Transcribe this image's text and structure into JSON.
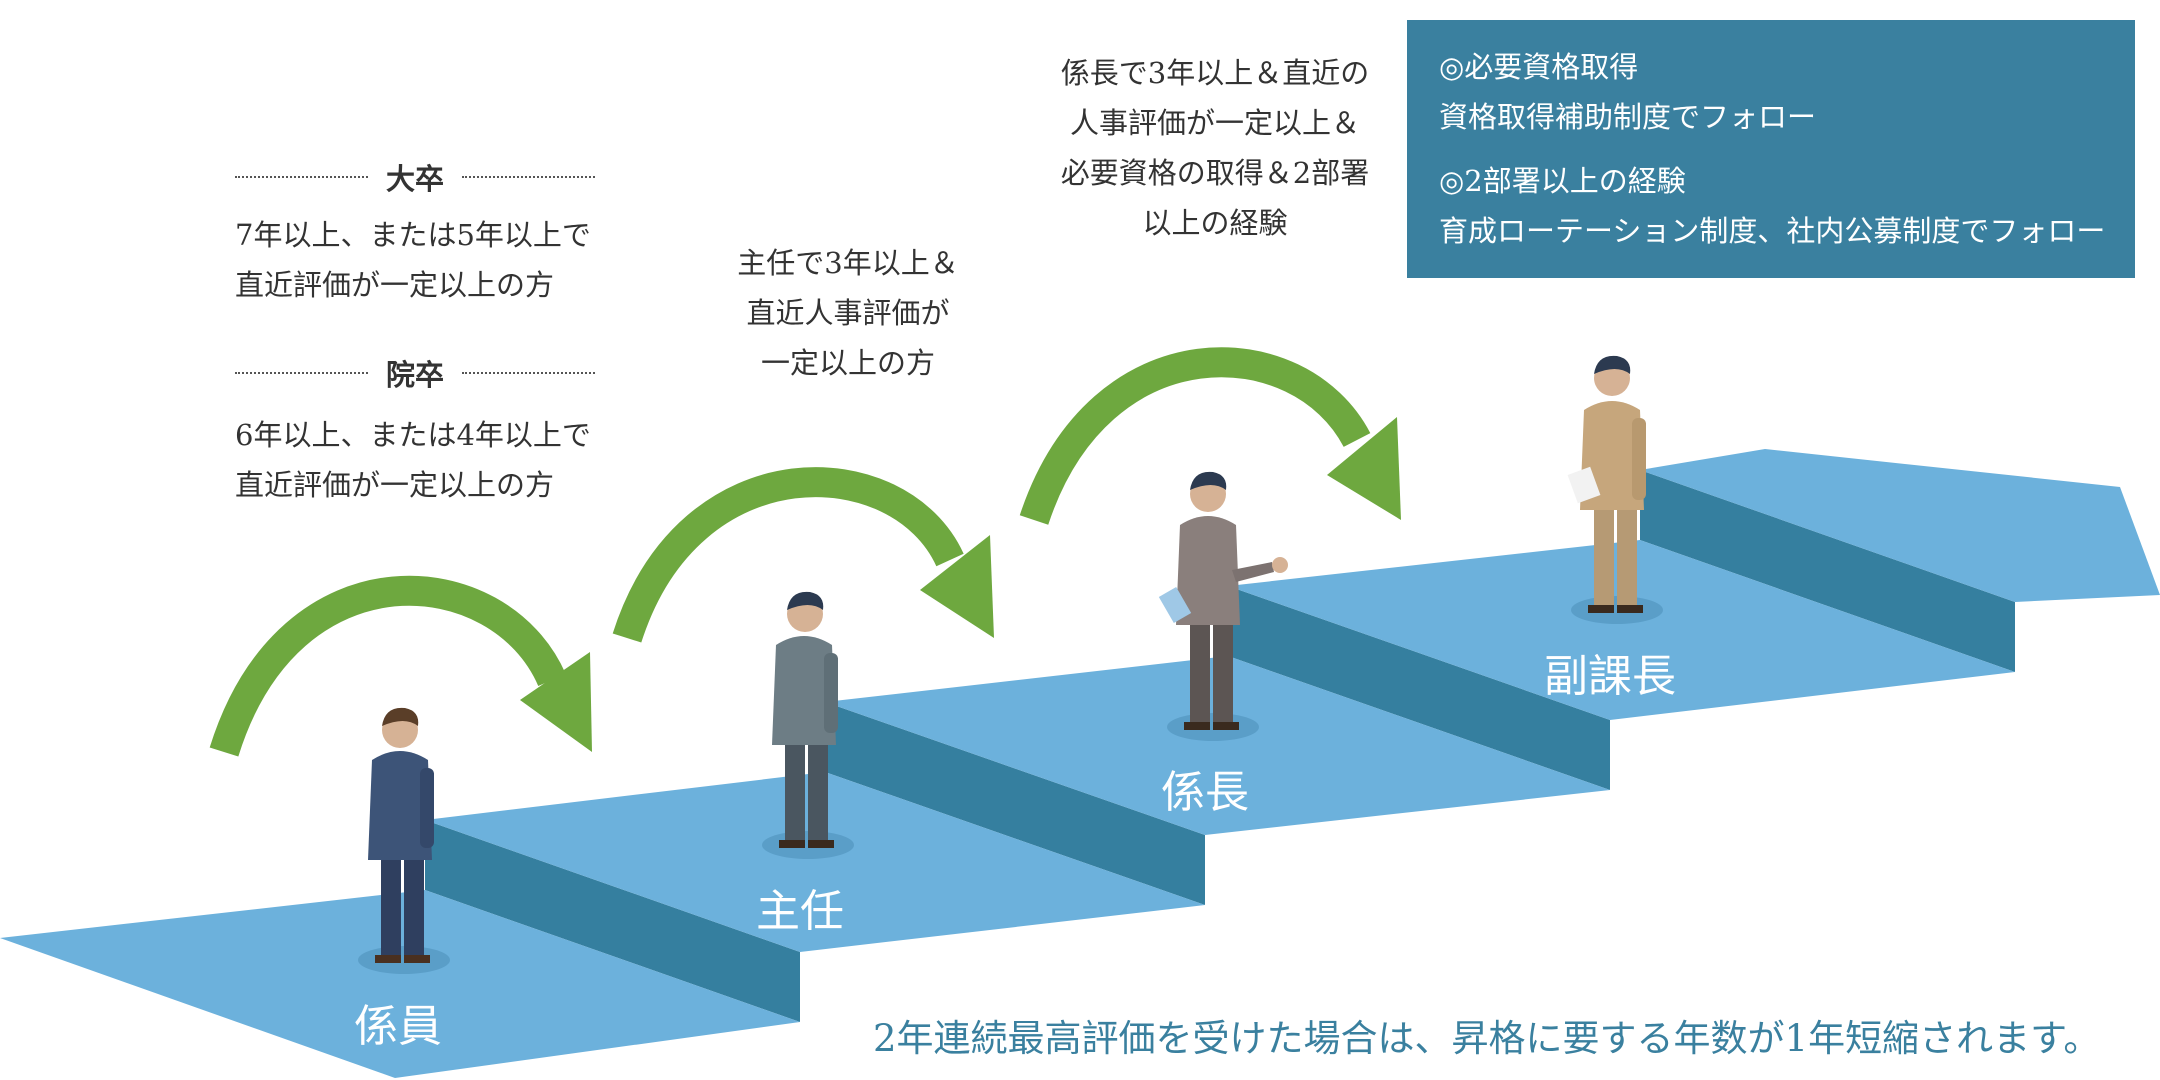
{
  "left_notes": {
    "daisotsu_label": "大卒",
    "daisotsu_lines": [
      "7年以上、または5年以上で",
      "直近評価が一定以上の方"
    ],
    "insotsu_label": "院卒",
    "insotsu_lines": [
      "6年以上、または4年以上で",
      "直近評価が一定以上の方"
    ]
  },
  "shunin_note": [
    "主任で3年以上＆",
    "直近人事評価が",
    "一定以上の方"
  ],
  "kakaricho_note": [
    "係長で3年以上＆直近の",
    "人事評価が一定以上＆",
    "必要資格の取得＆2部署",
    "以上の経験"
  ],
  "info_box": {
    "item1_title": "◎必要資格取得",
    "item1_desc": "資格取得補助制度でフォロー",
    "item2_title": "◎2部署以上の経験",
    "item2_desc": "育成ローテーション制度、社内公募制度でフォロー"
  },
  "stages": [
    "係員",
    "主任",
    "係長",
    "副課長"
  ],
  "footnote": "2年連続最高評価を受けた場合は、昇格に要する年数が1年短縮されます。",
  "colors": {
    "step_top": "#6cb1dc",
    "step_riser": "#357f9f",
    "arrow": "#6ea83f",
    "box": "#3a809f",
    "footnote": "#3a809f"
  }
}
